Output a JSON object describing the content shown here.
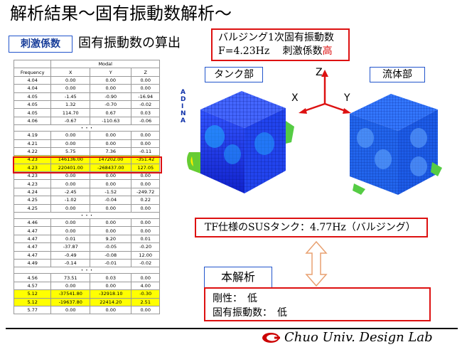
{
  "title": "解析結果～固有振動数解析～",
  "subtitle_tag": "刺激係数",
  "subtitle": "固有振動数の算出",
  "table": {
    "header_group": "Modal",
    "columns": [
      "Frequency",
      "X",
      "Y",
      "Z"
    ],
    "rows": [
      {
        "f": "4.04",
        "x": "0.00",
        "y": "0.00",
        "z": "0.00"
      },
      {
        "f": "4.04",
        "x": "0.00",
        "y": "0.00",
        "z": "0.00"
      },
      {
        "f": "4.05",
        "x": "-1.45",
        "y": "-0.90",
        "z": "-16.94"
      },
      {
        "f": "4.05",
        "x": "1.32",
        "y": "-0.70",
        "z": "-0.02"
      },
      {
        "f": "4.05",
        "x": "114.70",
        "y": "0.67",
        "z": "0.03"
      },
      {
        "f": "4.06",
        "x": "-0.67",
        "y": "-110.63",
        "z": "-0.06"
      },
      {
        "dots": true
      },
      {
        "f": "4.19",
        "x": "0.00",
        "y": "0.00",
        "z": "0.00"
      },
      {
        "f": "4.21",
        "x": "0.00",
        "y": "0.00",
        "z": "0.00"
      },
      {
        "f": "4.22",
        "x": "5.75",
        "y": "7.36",
        "z": "-0.11"
      },
      {
        "f": "4.23",
        "x": "146136.00",
        "y": "147202.00",
        "z": "-351.42",
        "hl": true
      },
      {
        "f": "4.23",
        "x": "220401.00",
        "y": "-268437.00",
        "z": "127.05",
        "hl": true
      },
      {
        "f": "4.23",
        "x": "0.00",
        "y": "0.00",
        "z": "0.00"
      },
      {
        "f": "4.23",
        "x": "0.00",
        "y": "0.00",
        "z": "0.00"
      },
      {
        "f": "4.24",
        "x": "-2.45",
        "y": "-1.52",
        "z": "-249.72"
      },
      {
        "f": "4.25",
        "x": "-1.02",
        "y": "-0.04",
        "z": "0.22"
      },
      {
        "f": "4.25",
        "x": "0.00",
        "y": "0.00",
        "z": "0.00"
      },
      {
        "dots": true
      },
      {
        "f": "4.46",
        "x": "0.00",
        "y": "0.00",
        "z": "0.00"
      },
      {
        "f": "4.47",
        "x": "0.00",
        "y": "0.00",
        "z": "0.00"
      },
      {
        "f": "4.47",
        "x": "0.01",
        "y": "9.20",
        "z": "0.01"
      },
      {
        "f": "4.47",
        "x": "-37.87",
        "y": "-0.05",
        "z": "-0.20"
      },
      {
        "f": "4.47",
        "x": "-0.49",
        "y": "-0.08",
        "z": "12.00"
      },
      {
        "f": "4.49",
        "x": "-0.14",
        "y": "-0.01",
        "z": "-0.02"
      },
      {
        "dots": true
      },
      {
        "f": "4.56",
        "x": "73.51",
        "y": "0.03",
        "z": "0.00"
      },
      {
        "f": "4.57",
        "x": "0.00",
        "y": "0.00",
        "z": "4.00"
      },
      {
        "f": "5.12",
        "x": "-37541.80",
        "y": "-32918.10",
        "z": "-0.30",
        "hl": true
      },
      {
        "f": "5.12",
        "x": "-19637.80",
        "y": "22414.20",
        "z": "2.51",
        "hl": true
      },
      {
        "f": "5.77",
        "x": "0.00",
        "y": "0.00",
        "z": "0.00"
      }
    ]
  },
  "info": {
    "line1": "バルジング1次固有振動数",
    "line2": "F=4.23Hz　 刺激係数",
    "high": "高"
  },
  "tank_tag": "タンク部",
  "fluid_tag": "流体部",
  "axes": {
    "z": "Z",
    "x": "X",
    "y": "Y"
  },
  "adina": "ADINA",
  "tf_text": "TF仕様のSUSタンク：4.77Hz（バルジング）",
  "analysis_tag": "本解析",
  "analysis": {
    "line1": "剛性：　低",
    "line2": "固有振動数：　低"
  },
  "footer": "Chuo Univ. Design Lab",
  "colors": {
    "red": "#dd1111",
    "blue": "#2255cc",
    "highlight": "#ffff00"
  }
}
